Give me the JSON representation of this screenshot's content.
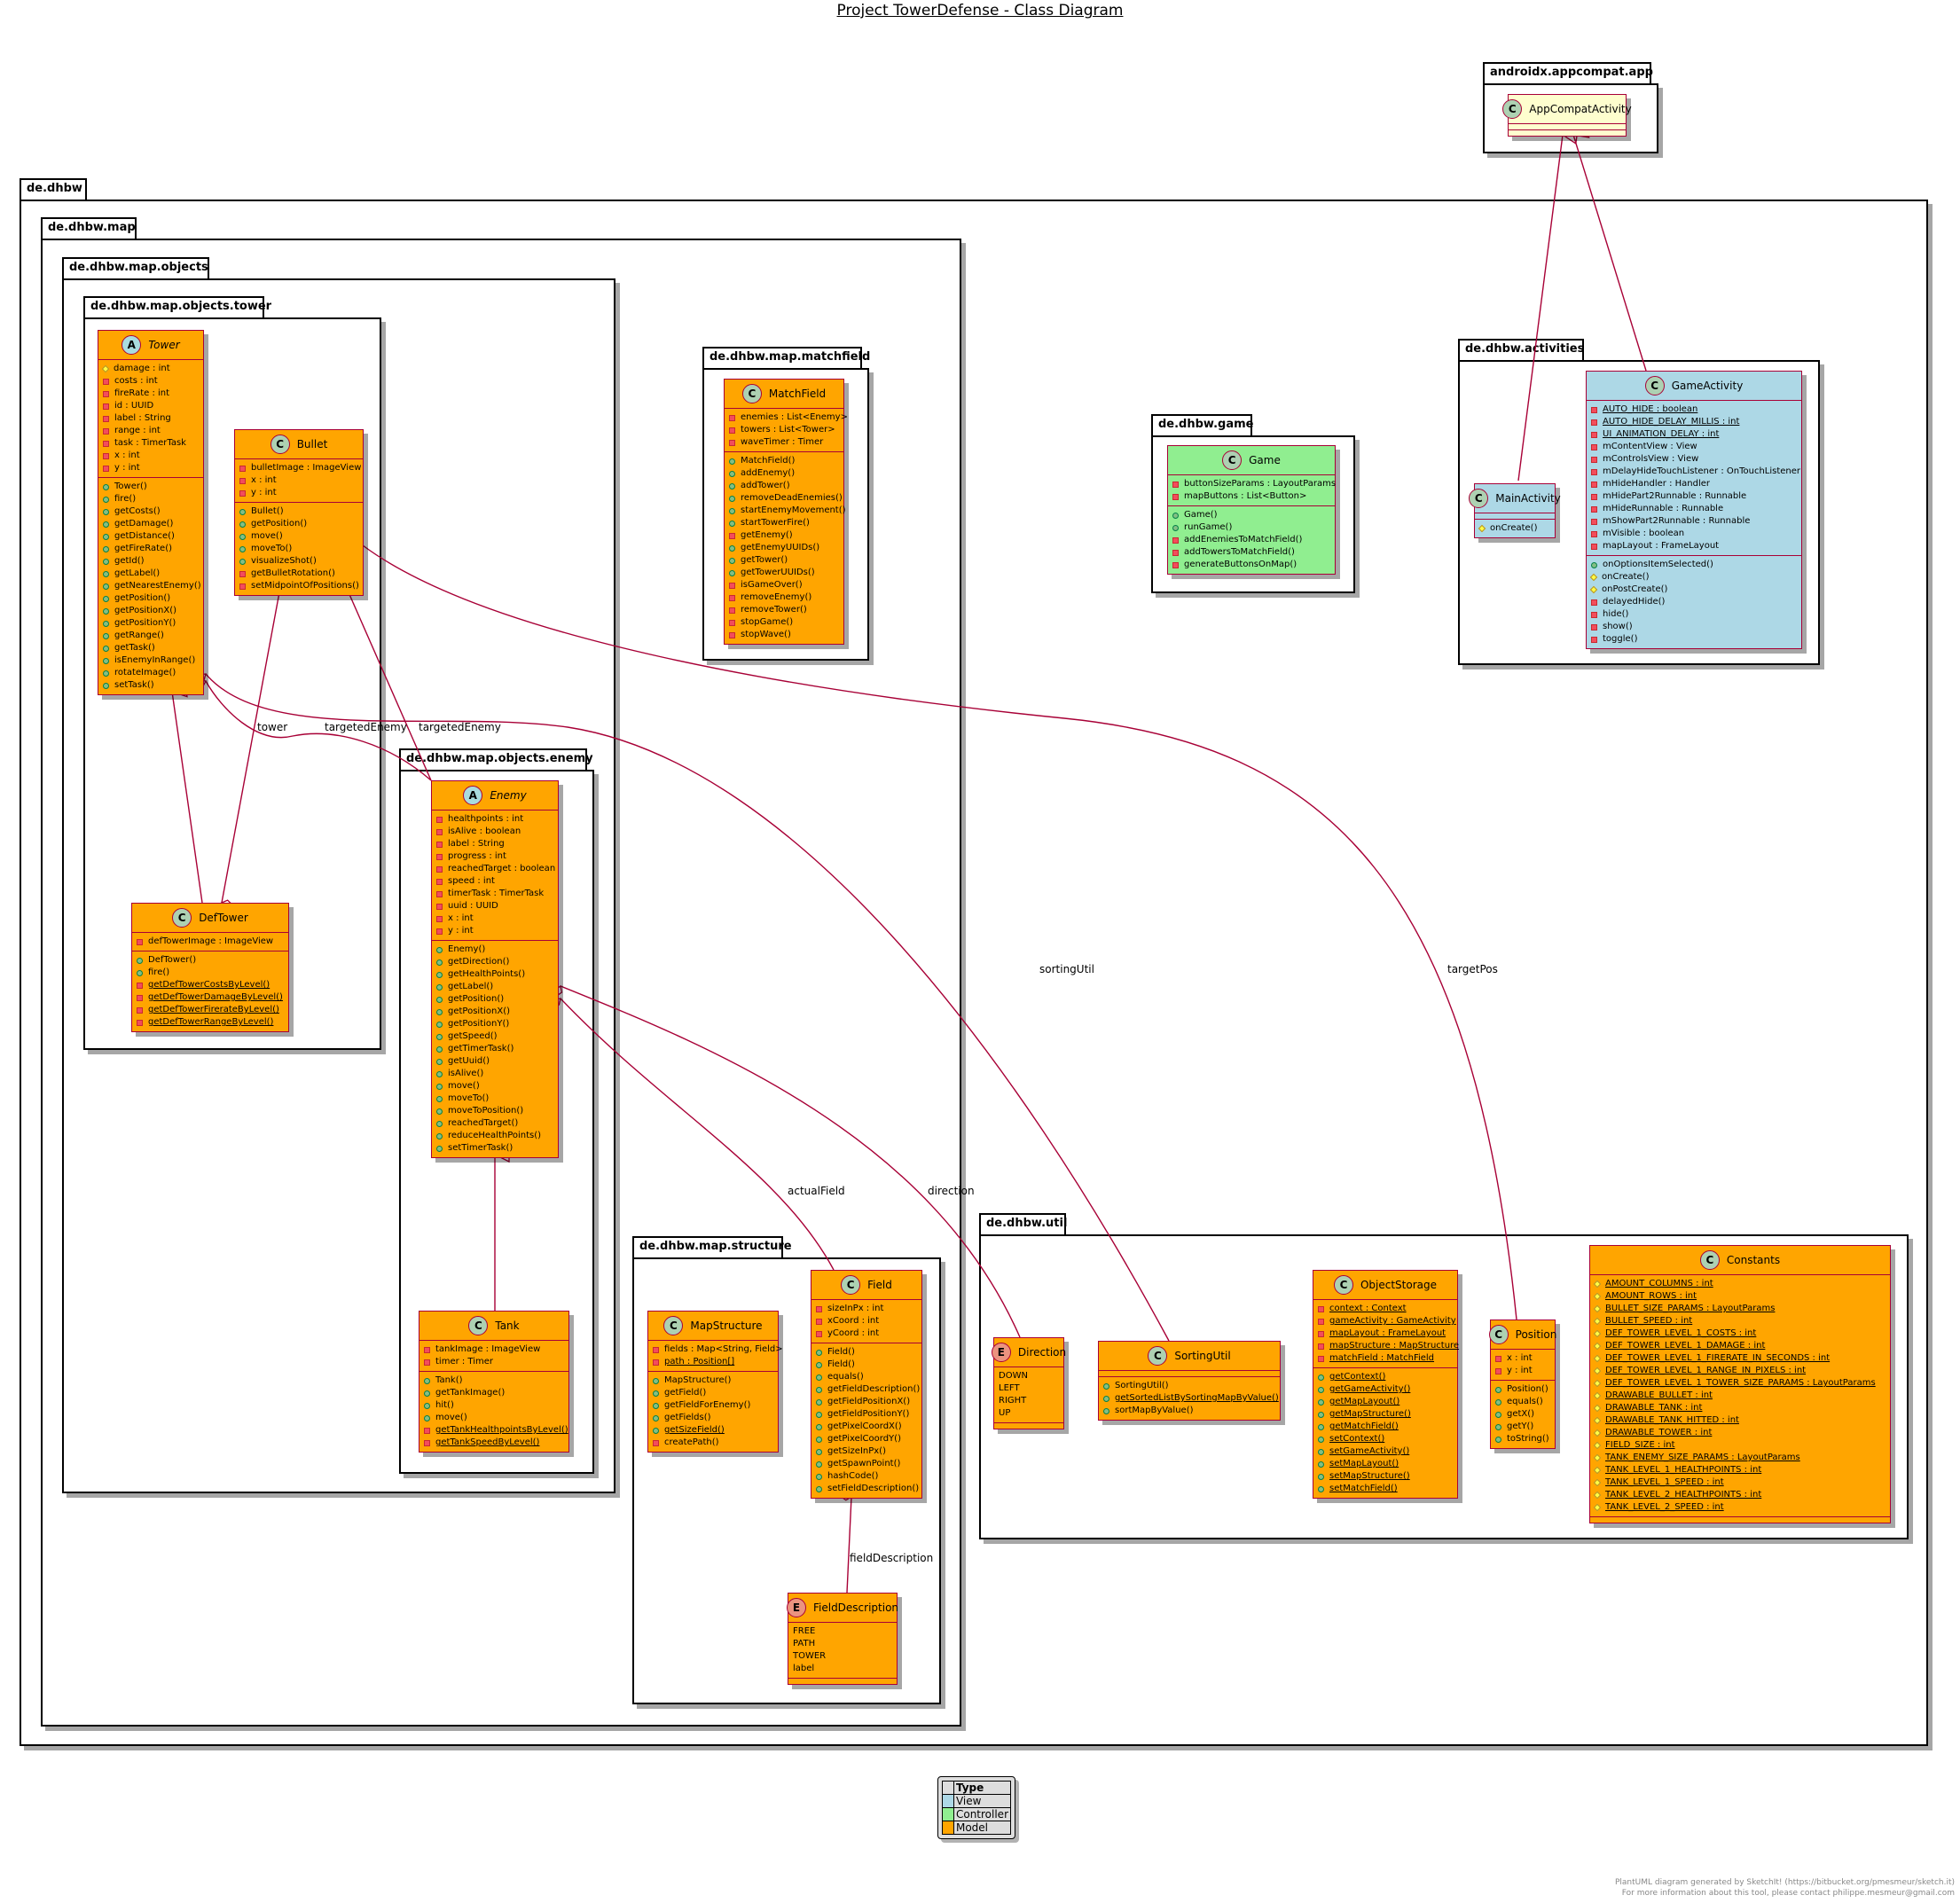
{
  "title": "Project TowerDefense - Class Diagram",
  "packages": {
    "androidx": "androidx.appcompat.app",
    "dhbw": "de.dhbw",
    "map": "de.dhbw.map",
    "objects": "de.dhbw.map.objects",
    "tower": "de.dhbw.map.objects.tower",
    "enemy": "de.dhbw.map.objects.enemy",
    "matchfield": "de.dhbw.map.matchfield",
    "structure": "de.dhbw.map.structure",
    "game": "de.dhbw.game",
    "activities": "de.dhbw.activities",
    "util": "de.dhbw.util"
  },
  "classes": {
    "AppCompatActivity": {
      "name": "AppCompatActivity",
      "kind": "C",
      "fields": [],
      "methods": []
    },
    "Tower": {
      "name": "Tower",
      "kind": "A",
      "fields": [
        [
          "prot",
          "damage : int"
        ],
        [
          "priv",
          "costs : int"
        ],
        [
          "priv",
          "fireRate : int"
        ],
        [
          "priv",
          "id : UUID"
        ],
        [
          "priv",
          "label : String"
        ],
        [
          "priv",
          "range : int"
        ],
        [
          "priv",
          "task : TimerTask"
        ],
        [
          "priv",
          "x : int"
        ],
        [
          "priv",
          "y : int"
        ]
      ],
      "methods": [
        [
          "pub",
          "Tower()"
        ],
        [
          "pub",
          "fire()"
        ],
        [
          "pub",
          "getCosts()"
        ],
        [
          "pub",
          "getDamage()"
        ],
        [
          "pub",
          "getDistance()"
        ],
        [
          "pub",
          "getFireRate()"
        ],
        [
          "pub",
          "getId()"
        ],
        [
          "pub",
          "getLabel()"
        ],
        [
          "pub",
          "getNearestEnemy()"
        ],
        [
          "pub",
          "getPosition()"
        ],
        [
          "pub",
          "getPositionX()"
        ],
        [
          "pub",
          "getPositionY()"
        ],
        [
          "pub",
          "getRange()"
        ],
        [
          "pub",
          "getTask()"
        ],
        [
          "pub",
          "isEnemyInRange()"
        ],
        [
          "pub",
          "rotateImage()"
        ],
        [
          "pub",
          "setTask()"
        ]
      ]
    },
    "Bullet": {
      "name": "Bullet",
      "kind": "C",
      "fields": [
        [
          "priv",
          "bulletImage : ImageView"
        ],
        [
          "priv",
          "x : int"
        ],
        [
          "priv",
          "y : int"
        ]
      ],
      "methods": [
        [
          "pub",
          "Bullet()"
        ],
        [
          "pub",
          "getPosition()"
        ],
        [
          "pub",
          "move()"
        ],
        [
          "pub",
          "moveTo()"
        ],
        [
          "pub",
          "visualizeShot()"
        ],
        [
          "priv",
          "getBulletRotation()"
        ],
        [
          "priv",
          "setMidpointOfPositions()"
        ]
      ]
    },
    "DefTower": {
      "name": "DefTower",
      "kind": "C",
      "fields": [
        [
          "priv",
          "defTowerImage : ImageView"
        ]
      ],
      "methods": [
        [
          "pub",
          "DefTower()"
        ],
        [
          "pub",
          "fire()"
        ],
        [
          "priv",
          "getDefTowerCostsByLevel()",
          true
        ],
        [
          "priv",
          "getDefTowerDamageByLevel()",
          true
        ],
        [
          "priv",
          "getDefTowerFirerateByLevel()",
          true
        ],
        [
          "priv",
          "getDefTowerRangeByLevel()",
          true
        ]
      ]
    },
    "Enemy": {
      "name": "Enemy",
      "kind": "A",
      "fields": [
        [
          "priv",
          "healthpoints : int"
        ],
        [
          "priv",
          "isAlive : boolean"
        ],
        [
          "priv",
          "label : String"
        ],
        [
          "priv",
          "progress : int"
        ],
        [
          "priv",
          "reachedTarget : boolean"
        ],
        [
          "priv",
          "speed : int"
        ],
        [
          "priv",
          "timerTask : TimerTask"
        ],
        [
          "priv",
          "uuid : UUID"
        ],
        [
          "priv",
          "x : int"
        ],
        [
          "priv",
          "y : int"
        ]
      ],
      "methods": [
        [
          "pub",
          "Enemy()"
        ],
        [
          "pub",
          "getDirection()"
        ],
        [
          "pub",
          "getHealthPoints()"
        ],
        [
          "pub",
          "getLabel()"
        ],
        [
          "pub",
          "getPosition()"
        ],
        [
          "pub",
          "getPositionX()"
        ],
        [
          "pub",
          "getPositionY()"
        ],
        [
          "pub",
          "getSpeed()"
        ],
        [
          "pub",
          "getTimerTask()"
        ],
        [
          "pub",
          "getUuid()"
        ],
        [
          "pub",
          "isAlive()"
        ],
        [
          "pub",
          "move()"
        ],
        [
          "pub",
          "moveTo()"
        ],
        [
          "pub",
          "moveToPosition()"
        ],
        [
          "pub",
          "reachedTarget()"
        ],
        [
          "pub",
          "reduceHealthPoints()"
        ],
        [
          "pub",
          "setTimerTask()"
        ]
      ]
    },
    "Tank": {
      "name": "Tank",
      "kind": "C",
      "fields": [
        [
          "priv",
          "tankImage : ImageView"
        ],
        [
          "priv",
          "timer : Timer"
        ]
      ],
      "methods": [
        [
          "pub",
          "Tank()"
        ],
        [
          "pub",
          "getTankImage()"
        ],
        [
          "pub",
          "hit()"
        ],
        [
          "pub",
          "move()"
        ],
        [
          "priv",
          "getTankHealthpointsByLevel()",
          true
        ],
        [
          "priv",
          "getTankSpeedByLevel()",
          true
        ]
      ]
    },
    "MatchField": {
      "name": "MatchField",
      "kind": "C",
      "fields": [
        [
          "priv",
          "enemies : List<Enemy>"
        ],
        [
          "priv",
          "towers : List<Tower>"
        ],
        [
          "priv",
          "waveTimer : Timer"
        ]
      ],
      "methods": [
        [
          "pub",
          "MatchField()"
        ],
        [
          "pub",
          "addEnemy()"
        ],
        [
          "pub",
          "addTower()"
        ],
        [
          "pub",
          "removeDeadEnemies()"
        ],
        [
          "pub",
          "startEnemyMovement()"
        ],
        [
          "pub",
          "startTowerFire()"
        ],
        [
          "priv",
          "getEnemy()"
        ],
        [
          "pub",
          "getEnemyUUIDs()"
        ],
        [
          "pub",
          "getTower()"
        ],
        [
          "pub",
          "getTowerUUIDs()"
        ],
        [
          "priv",
          "isGameOver()"
        ],
        [
          "priv",
          "removeEnemy()"
        ],
        [
          "priv",
          "removeTower()"
        ],
        [
          "priv",
          "stopGame()"
        ],
        [
          "priv",
          "stopWave()"
        ]
      ]
    },
    "MapStructure": {
      "name": "MapStructure",
      "kind": "C",
      "fields": [
        [
          "priv",
          "fields : Map<String, Field>"
        ],
        [
          "priv",
          "path : Position[]",
          true
        ]
      ],
      "methods": [
        [
          "pub",
          "MapStructure()"
        ],
        [
          "pub",
          "getField()"
        ],
        [
          "pub",
          "getFieldForEnemy()"
        ],
        [
          "pub",
          "getFields()"
        ],
        [
          "pub",
          "getSizeField()",
          true
        ],
        [
          "priv",
          "createPath()"
        ]
      ]
    },
    "Field": {
      "name": "Field",
      "kind": "C",
      "fields": [
        [
          "priv",
          "sizeInPx : int"
        ],
        [
          "priv",
          "xCoord : int"
        ],
        [
          "priv",
          "yCoord : int"
        ]
      ],
      "methods": [
        [
          "pub",
          "Field()"
        ],
        [
          "pub",
          "Field()"
        ],
        [
          "pub",
          "equals()"
        ],
        [
          "pub",
          "getFieldDescription()"
        ],
        [
          "pub",
          "getFieldPositionX()"
        ],
        [
          "pub",
          "getFieldPositionY()"
        ],
        [
          "pub",
          "getPixelCoordX()"
        ],
        [
          "pub",
          "getPixelCoordY()"
        ],
        [
          "pub",
          "getSizeInPx()"
        ],
        [
          "pub",
          "getSpawnPoint()"
        ],
        [
          "pub",
          "hashCode()"
        ],
        [
          "pub",
          "setFieldDescription()"
        ]
      ]
    },
    "FieldDescription": {
      "name": "FieldDescription",
      "kind": "E",
      "fields": [
        [
          "none",
          "FREE"
        ],
        [
          "none",
          "PATH"
        ],
        [
          "none",
          "TOWER"
        ],
        [
          "none",
          "label"
        ]
      ],
      "methods": []
    },
    "Game": {
      "name": "Game",
      "kind": "C",
      "fields": [
        [
          "priv",
          "buttonSizeParams : LayoutParams"
        ],
        [
          "priv",
          "mapButtons : List<Button>"
        ]
      ],
      "methods": [
        [
          "pub",
          "Game()"
        ],
        [
          "pub",
          "runGame()"
        ],
        [
          "priv",
          "addEnemiesToMatchField()"
        ],
        [
          "priv",
          "addTowersToMatchField()"
        ],
        [
          "priv",
          "generateButtonsOnMap()"
        ]
      ]
    },
    "MainActivity": {
      "name": "MainActivity",
      "kind": "C",
      "fields": [],
      "methods": [
        [
          "prot",
          "onCreate()"
        ]
      ]
    },
    "GameActivity": {
      "name": "GameActivity",
      "kind": "C",
      "fields": [
        [
          "priv",
          "AUTO_HIDE : boolean",
          true
        ],
        [
          "priv",
          "AUTO_HIDE_DELAY_MILLIS : int",
          true
        ],
        [
          "priv",
          "UI_ANIMATION_DELAY : int",
          true
        ],
        [
          "priv",
          "mContentView : View"
        ],
        [
          "priv",
          "mControlsView : View"
        ],
        [
          "priv",
          "mDelayHideTouchListener : OnTouchListener"
        ],
        [
          "priv",
          "mHideHandler : Handler"
        ],
        [
          "priv",
          "mHidePart2Runnable : Runnable"
        ],
        [
          "priv",
          "mHideRunnable : Runnable"
        ],
        [
          "priv",
          "mShowPart2Runnable : Runnable"
        ],
        [
          "priv",
          "mVisible : boolean"
        ],
        [
          "priv",
          "mapLayout : FrameLayout"
        ]
      ],
      "methods": [
        [
          "pub",
          "onOptionsItemSelected()"
        ],
        [
          "prot",
          "onCreate()"
        ],
        [
          "prot",
          "onPostCreate()"
        ],
        [
          "priv",
          "delayedHide()"
        ],
        [
          "priv",
          "hide()"
        ],
        [
          "priv",
          "show()"
        ],
        [
          "priv",
          "toggle()"
        ]
      ]
    },
    "Direction": {
      "name": "Direction",
      "kind": "E",
      "fields": [
        [
          "none",
          "DOWN"
        ],
        [
          "none",
          "LEFT"
        ],
        [
          "none",
          "RIGHT"
        ],
        [
          "none",
          "UP"
        ]
      ],
      "methods": []
    },
    "SortingUtil": {
      "name": "SortingUtil",
      "kind": "C",
      "fields": [],
      "methods": [
        [
          "pub",
          "SortingUtil()"
        ],
        [
          "pub",
          "getSortedListBySortingMapByValue()",
          true
        ],
        [
          "pub",
          "sortMapByValue()"
        ]
      ]
    },
    "ObjectStorage": {
      "name": "ObjectStorage",
      "kind": "C",
      "fields": [
        [
          "priv",
          "context : Context",
          true
        ],
        [
          "priv",
          "gameActivity : GameActivity",
          true
        ],
        [
          "priv",
          "mapLayout : FrameLayout",
          true
        ],
        [
          "priv",
          "mapStructure : MapStructure",
          true
        ],
        [
          "priv",
          "matchField : MatchField",
          true
        ]
      ],
      "methods": [
        [
          "pub",
          "getContext()",
          true
        ],
        [
          "pub",
          "getGameActivity()",
          true
        ],
        [
          "pub",
          "getMapLayout()",
          true
        ],
        [
          "pub",
          "getMapStructure()",
          true
        ],
        [
          "pub",
          "getMatchField()",
          true
        ],
        [
          "pub",
          "setContext()",
          true
        ],
        [
          "pub",
          "setGameActivity()",
          true
        ],
        [
          "pub",
          "setMapLayout()",
          true
        ],
        [
          "pub",
          "setMapStructure()",
          true
        ],
        [
          "pub",
          "setMatchField()",
          true
        ]
      ]
    },
    "Position": {
      "name": "Position",
      "kind": "C",
      "fields": [
        [
          "priv",
          "x : int"
        ],
        [
          "priv",
          "y : int"
        ]
      ],
      "methods": [
        [
          "pub",
          "Position()"
        ],
        [
          "pub",
          "equals()"
        ],
        [
          "pub",
          "getX()"
        ],
        [
          "pub",
          "getY()"
        ],
        [
          "pub",
          "toString()"
        ]
      ]
    },
    "Constants": {
      "name": "Constants",
      "kind": "C",
      "fields": [
        [
          "prot",
          "AMOUNT_COLUMNS : int",
          true
        ],
        [
          "prot",
          "AMOUNT_ROWS : int",
          true
        ],
        [
          "prot",
          "BULLET_SIZE_PARAMS : LayoutParams",
          true
        ],
        [
          "prot",
          "BULLET_SPEED : int",
          true
        ],
        [
          "prot",
          "DEF_TOWER_LEVEL_1_COSTS : int",
          true
        ],
        [
          "prot",
          "DEF_TOWER_LEVEL_1_DAMAGE : int",
          true
        ],
        [
          "prot",
          "DEF_TOWER_LEVEL_1_FIRERATE_IN_SECONDS : int",
          true
        ],
        [
          "prot",
          "DEF_TOWER_LEVEL_1_RANGE_IN_PIXELS : int",
          true
        ],
        [
          "prot",
          "DEF_TOWER_LEVEL_1_TOWER_SIZE_PARAMS : LayoutParams",
          true
        ],
        [
          "prot",
          "DRAWABLE_BULLET : int",
          true
        ],
        [
          "prot",
          "DRAWABLE_TANK : int",
          true
        ],
        [
          "prot",
          "DRAWABLE_TANK_HITTED : int",
          true
        ],
        [
          "prot",
          "DRAWABLE_TOWER : int",
          true
        ],
        [
          "prot",
          "FIELD_SIZE : int",
          true
        ],
        [
          "prot",
          "TANK_ENEMY_SIZE_PARAMS : LayoutParams",
          true
        ],
        [
          "prot",
          "TANK_LEVEL_1_HEALTHPOINTS : int",
          true
        ],
        [
          "prot",
          "TANK_LEVEL_1_SPEED : int",
          true
        ],
        [
          "prot",
          "TANK_LEVEL_2_HEALTHPOINTS : int",
          true
        ],
        [
          "prot",
          "TANK_LEVEL_2_SPEED : int",
          true
        ]
      ],
      "methods": []
    }
  },
  "relation_labels": {
    "tower": "tower",
    "targetedEnemy1": "targetedEnemy",
    "targetedEnemy2": "targetedEnemy",
    "sortingUtil": "sortingUtil",
    "targetPos": "targetPos",
    "actualField": "actualField",
    "direction": "direction",
    "fieldDescription": "fieldDescription"
  },
  "legend": {
    "header": "Type",
    "items": [
      {
        "label": "View",
        "color": "#add8e6"
      },
      {
        "label": "Controller",
        "color": "#90ee90"
      },
      {
        "label": "Model",
        "color": "#ffa500"
      }
    ]
  },
  "footer": {
    "line1": "PlantUML diagram generated by SketchIt! (https://bitbucket.org/pmesmeur/sketch.it)",
    "line2": "For more information about this tool, please contact philippe.mesmeur@gmail.com"
  }
}
